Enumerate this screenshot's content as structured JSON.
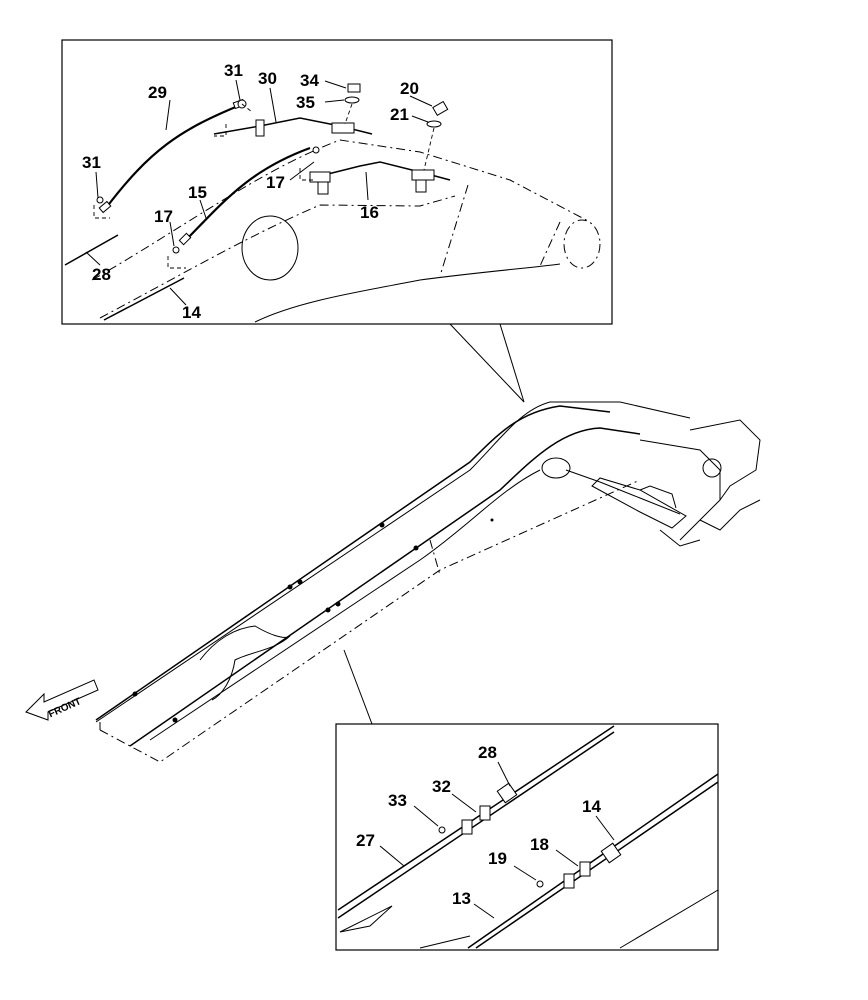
{
  "labels": {
    "l31a": "31",
    "l30": "30",
    "l34": "34",
    "l35": "35",
    "l20": "20",
    "l21": "21",
    "l29": "29",
    "l31b": "31",
    "l15": "15",
    "l17a": "17",
    "l17b": "17",
    "l16": "16",
    "l28a": "28",
    "l14a": "14",
    "l28b": "28",
    "l33": "33",
    "l32": "32",
    "l27": "27",
    "l14b": "14",
    "l19": "19",
    "l18": "18",
    "l13": "13"
  },
  "front_arrow": "FRONT"
}
